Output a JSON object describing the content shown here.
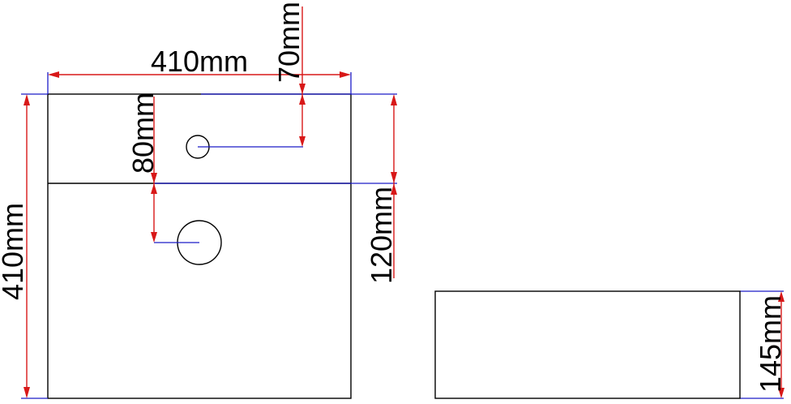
{
  "labels": {
    "top_width": "410mm",
    "tap_offset": "70mm",
    "hole_offset": "80mm",
    "total_height": "410mm",
    "bowl_depth": "120mm",
    "side_height": "145mm"
  },
  "colors": {
    "outline": "#000000",
    "extension": "#1c1cc8",
    "dimension": "#d81818"
  }
}
